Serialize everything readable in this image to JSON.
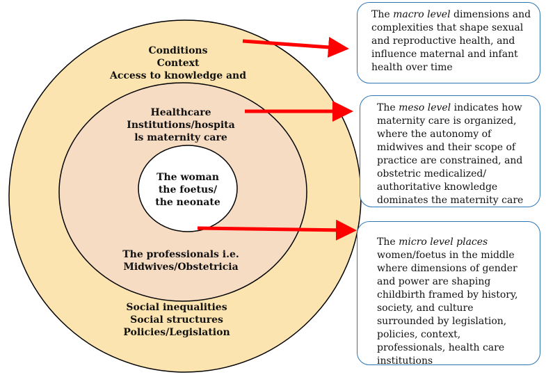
{
  "outer_ring": {
    "top_lines": [
      "Conditions",
      "Context",
      "Access to knowledge and"
    ],
    "bottom_lines": [
      "Social inequalities",
      "Social structures",
      "Policies/Legislation"
    ]
  },
  "middle_ring": {
    "top_lines": [
      "Healthcare",
      "Institutions/hospita",
      "ls maternity care"
    ],
    "bottom_lines": [
      "The professionals i.e.",
      "Midwives/Obstetricia"
    ]
  },
  "inner_circle": {
    "lines": [
      "The woman",
      "the foetus/",
      "the neonate"
    ]
  },
  "callouts": {
    "macro": {
      "prefix": "The ",
      "emph": "macro level",
      "text": " dimensions and complexities that shape sexual and reproductive health, and influence maternal and infant health over time"
    },
    "meso": {
      "prefix": "The ",
      "emph": "meso level",
      "text": " indicates how maternity care is organized, where the autonomy of midwives and their scope of practice are constrained, and obstetric medicalized/ authoritative knowledge dominates the maternity care"
    },
    "micro": {
      "prefix": "The ",
      "emph": "micro level places",
      "text": " women/foetus in the middle where dimensions of gender and power are shaping childbirth framed by history, society, and culture surrounded by legislation, policies, context, professionals, health care institutions"
    }
  },
  "colors": {
    "outer_fill": "#fce4b0",
    "middle_fill": "#f7dcc4",
    "inner_fill": "#ffffff",
    "stroke": "#000000",
    "arrow": "#ff0000",
    "callout_border": "#2e75b6"
  }
}
